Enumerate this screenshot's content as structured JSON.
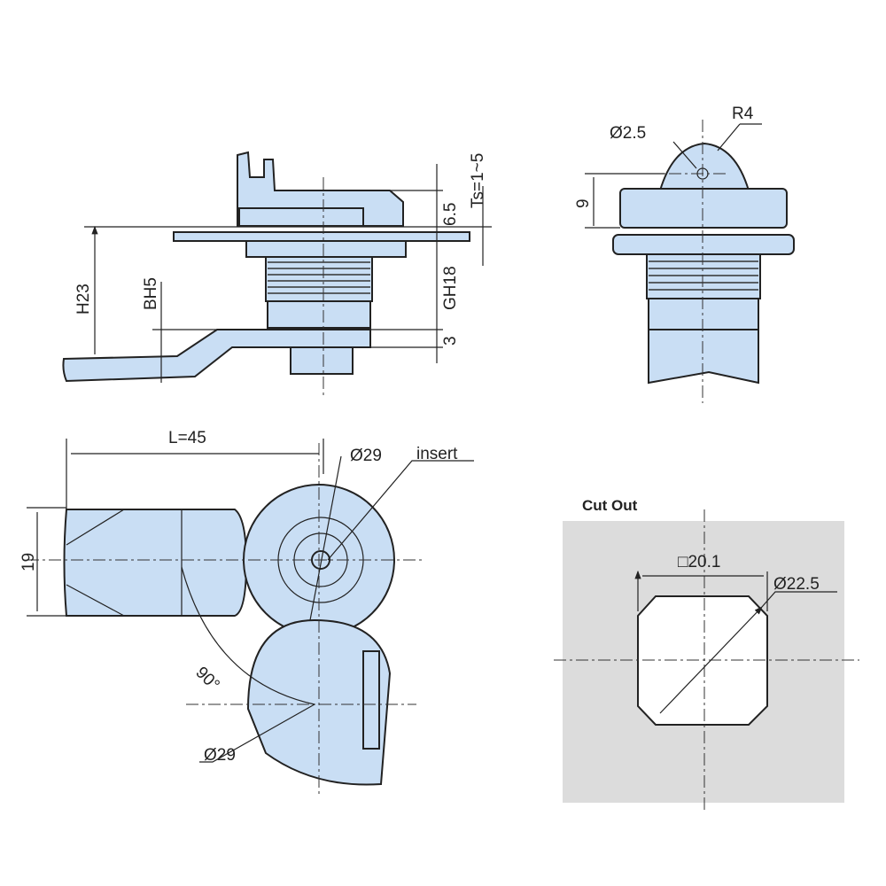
{
  "side_view": {
    "ts": "Ts=1~5",
    "d65": "6.5",
    "gh18": "GH18",
    "d3": "3",
    "h23": "H23",
    "bh5": "BH5"
  },
  "front_view": {
    "d25": "Ø2.5",
    "r4": "R4",
    "d9": "9"
  },
  "top_view": {
    "l45": "L=45",
    "d29a": "Ø29",
    "insert": "insert",
    "d19": "19",
    "angle": "90°",
    "d29b": "Ø29"
  },
  "cut_out": {
    "title": "Cut Out",
    "square": "□20.1",
    "diameter": "Ø22.5",
    "panel_color": "#dcdcdc"
  },
  "colors": {
    "part_fill": "#c9def4"
  }
}
